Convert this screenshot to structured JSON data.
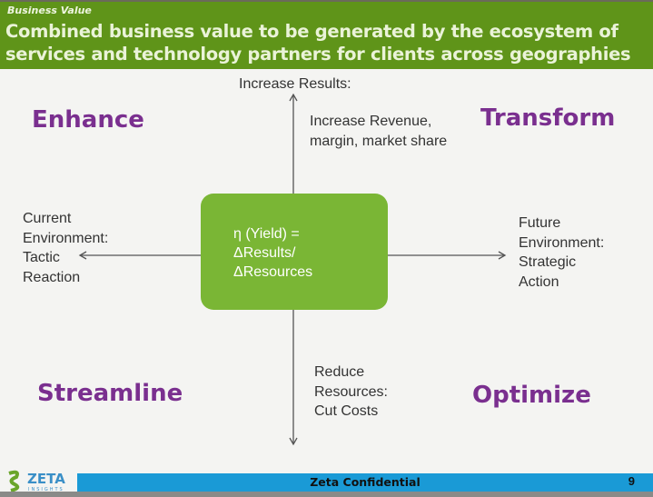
{
  "header": {
    "section": "Business Value",
    "title": "Combined business value to be generated by the ecosystem of services and technology partners for clients across geographies"
  },
  "diagram": {
    "top_label": "Increase Results:",
    "top_detail": [
      "Increase Revenue,",
      "margin, market share"
    ],
    "left_label": [
      "Current",
      "Environment:",
      "Tactic",
      "Reaction"
    ],
    "right_label": [
      "Future",
      "Environment:",
      "Strategic",
      "Action"
    ],
    "bottom_label": [
      "Reduce",
      "Resources:",
      "Cut Costs"
    ],
    "center": [
      "η (Yield) =",
      "ΔResults/",
      "ΔResources"
    ],
    "quadrants": {
      "top_left": "Enhance",
      "top_right": "Transform",
      "bottom_left": "Streamline",
      "bottom_right": "Optimize"
    },
    "colors": {
      "header": "#5f9419",
      "center_box": "#7ab635",
      "quadrant_text": "#7a2f8f",
      "footer": "#1a9ad6"
    }
  },
  "footer": {
    "logo": "ZETA INSIGHTS",
    "confidential": "Zeta Confidential",
    "page": "9"
  }
}
